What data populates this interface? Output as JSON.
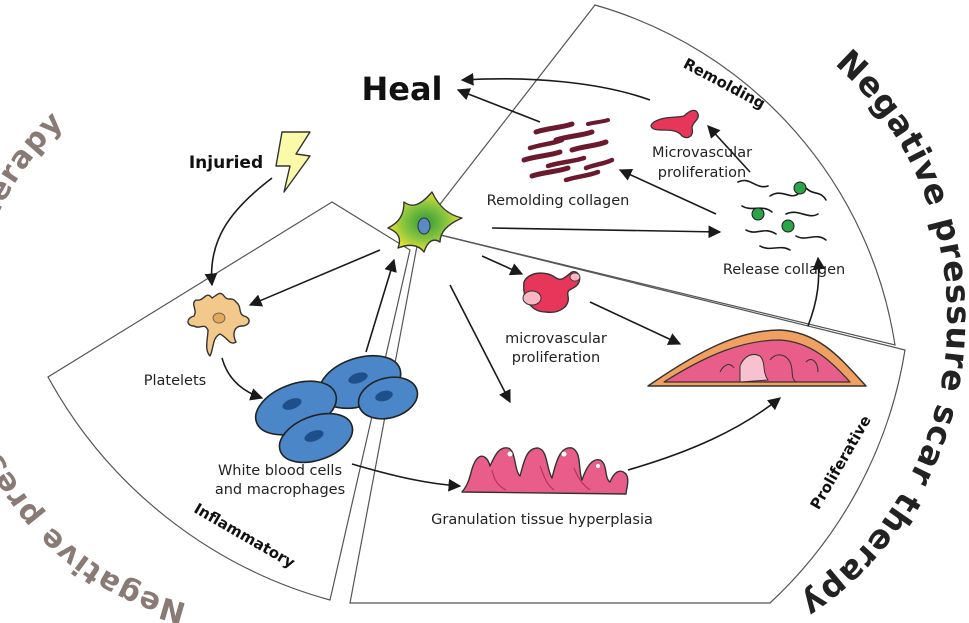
{
  "arc_titles": {
    "left": "Negative pressure wound therapy",
    "right": "Negative pressure scar therapy"
  },
  "phases": {
    "inflammatory": "Inflammatory",
    "proliferative": "Proliferative",
    "remolding": "Remolding"
  },
  "nodes": {
    "heal": "Heal",
    "injuried": "Injuried",
    "platelets": "Platelets",
    "white_cells_line1": "White blood cells",
    "white_cells_line2": "and macrophages",
    "granulation": "Granulation tissue hyperplasia",
    "microvascular_lower_line1": "microvascular",
    "microvascular_lower_line2": "proliferation",
    "microvascular_upper_line1": "Microvascular",
    "microvascular_upper_line2": "proliferation",
    "remolding_collagen": "Remolding collagen",
    "release_collagen": "Release collagen"
  },
  "colors": {
    "wound_title": "#8a7a75",
    "scar_title": "#222222",
    "pink_tissue": "#e85d8a",
    "orange_skin": "#f0a060",
    "blue_cell": "#4a86c8",
    "platelet": "#f2c98a",
    "fibroblast": "#7ac143",
    "collagen_dark": "#6b1a2e",
    "collagen_green": "#2aa34a"
  }
}
